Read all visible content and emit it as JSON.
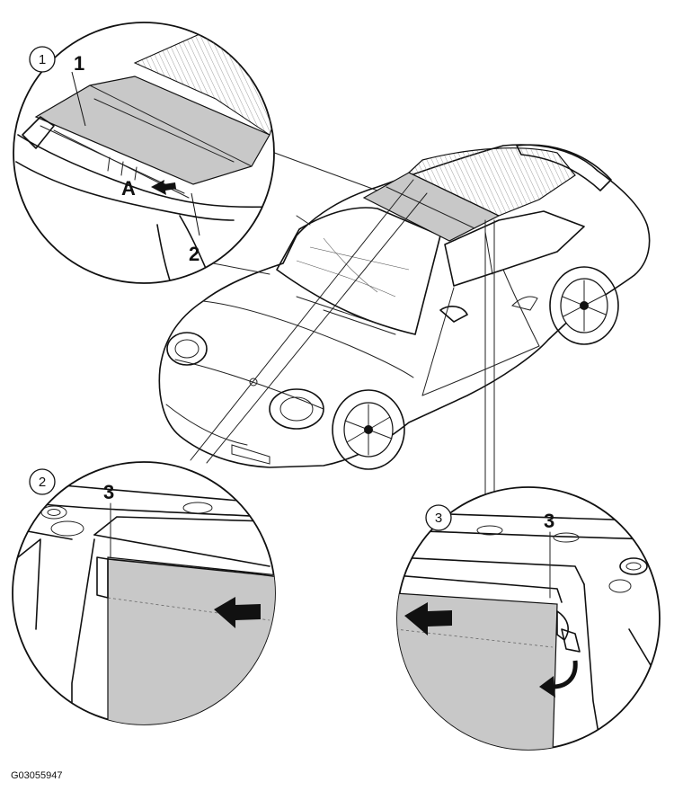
{
  "figure_code": "G03055947",
  "detail_badges": [
    "1",
    "2",
    "3"
  ],
  "callouts": {
    "d1_part": "1",
    "d1_arrow": "A",
    "d1_part2": "2",
    "d2_part": "3",
    "d3_part": "3"
  },
  "colors": {
    "line": "#111111",
    "glass": "#c8c8c8",
    "background": "#ffffff"
  }
}
